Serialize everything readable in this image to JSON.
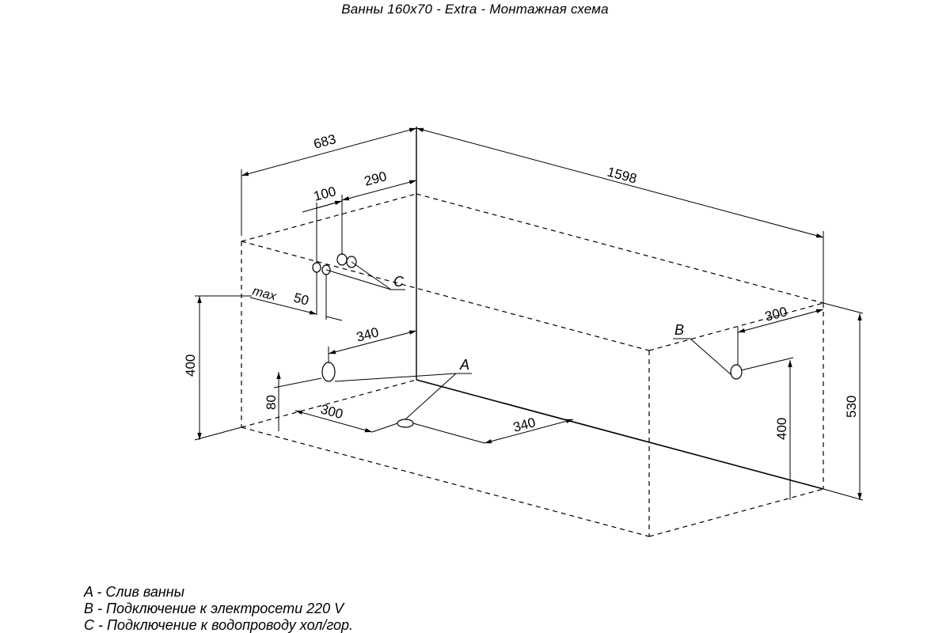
{
  "title": "Ванны 160х70 - Extra - Монтажная схема",
  "dimensions": {
    "width": "683",
    "length": "1598",
    "offset_290": "290",
    "offset_100": "100",
    "max_label": "max",
    "max_50": "50",
    "height_400_left": "400",
    "offset_340_top": "340",
    "height_80": "80",
    "offset_300_bottom": "300",
    "offset_340_bottom": "340",
    "offset_300_right": "300",
    "height_400_right": "400",
    "height_530": "530"
  },
  "markers": {
    "a": "A",
    "b": "B",
    "c": "C"
  },
  "legend": [
    "A - Слив ванны",
    "B - Подключение к электросети 220 V",
    "C - Подключение к водопроводу хол/гор."
  ]
}
